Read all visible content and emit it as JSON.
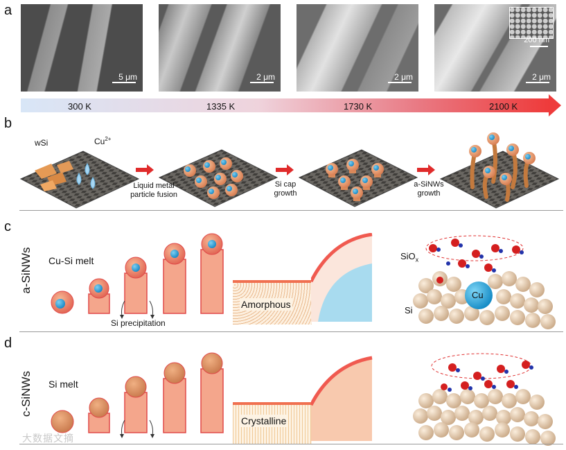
{
  "panel_labels": {
    "a": "a",
    "b": "b",
    "c": "c",
    "d": "d"
  },
  "panel_a": {
    "images": [
      {
        "scale_label": "5 μm"
      },
      {
        "scale_label": "2 μm"
      },
      {
        "scale_label": "2 μm"
      },
      {
        "scale_label": "2 μm",
        "inset_scale_label": "200 nm"
      }
    ],
    "temperatures": [
      "300 K",
      "1335 K",
      "1730 K",
      "2100 K"
    ]
  },
  "panel_b": {
    "wsi_label": "wSi",
    "cu_label": "Cu",
    "cu_sup": "2+",
    "steps": [
      {
        "line1": "Liquid metal",
        "line2": "particle fusion"
      },
      {
        "line1": "Si cap",
        "line2": "growth"
      },
      {
        "line1": "a-SiNWs",
        "line2": "growth"
      }
    ]
  },
  "panel_c": {
    "side_label": "a-SiNWs",
    "melt_label": "Cu-Si melt",
    "precip_label": "Si precipitation",
    "structure_label": "Amorphous",
    "siox_label": "SiO",
    "siox_sub": "x",
    "cu_label": "Cu",
    "si_label": "Si"
  },
  "panel_d": {
    "side_label": "c-SiNWs",
    "melt_label": "Si melt",
    "structure_label": "Crystalline"
  },
  "watermark": "大数据文摘",
  "colors": {
    "arrow_start": "#d8e6f7",
    "arrow_end": "#ee3b3b",
    "wire": "#f4a68c",
    "wire_edge": "#e04848",
    "cu": "#3aa6dc",
    "si": "#e8cfa8",
    "oxygen": "#d41f1f",
    "nitrogen": "#2233aa"
  }
}
